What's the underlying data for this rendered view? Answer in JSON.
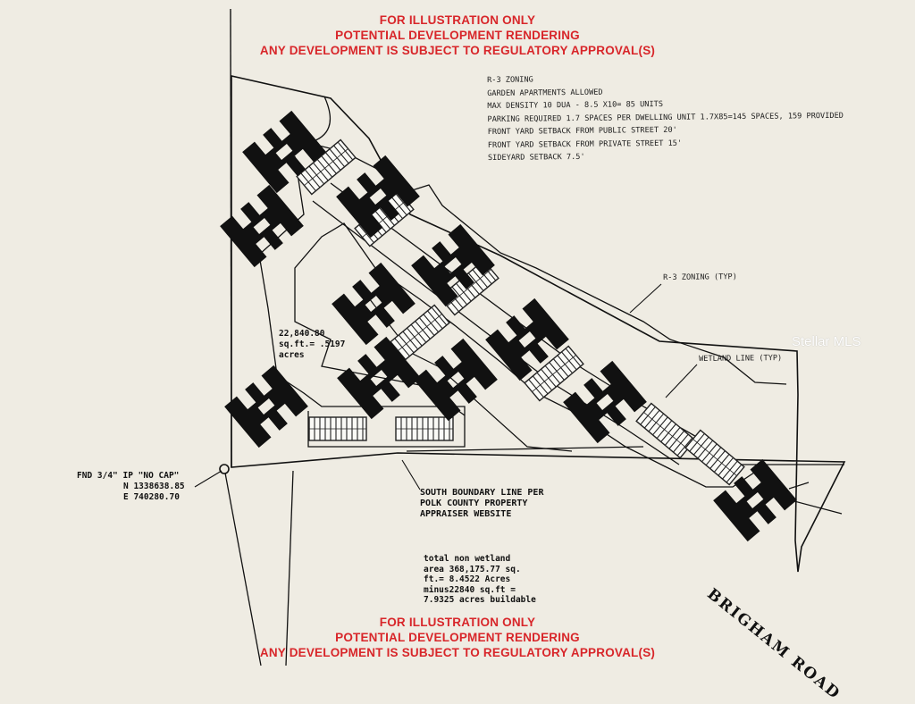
{
  "banner_top": {
    "line1": "FOR ILLUSTRATION ONLY",
    "line2": "POTENTIAL DEVELOPMENT RENDERING",
    "line3": "ANY DEVELOPMENT IS SUBJECT TO REGULATORY APPROVAL(S)"
  },
  "banner_bottom": {
    "line1": "FOR ILLUSTRATION ONLY",
    "line2": "POTENTIAL DEVELOPMENT RENDERING",
    "line3": "ANY DEVELOPMENT IS SUBJECT TO REGULATORY APPROVAL(S)"
  },
  "zoning_notes": [
    "R-3 ZONING",
    "GARDEN APARTMENTS ALLOWED",
    "MAX DENSITY 10 DUA - 8.5 X10= 85 UNITS",
    "PARKING REQUIRED 1.7 SPACES PER DWELLING UNIT 1.7X85=145 SPACES, 159 PROVIDED",
    "FRONT YARD SETBACK FROM PUBLIC STREET 20'",
    "FRONT YARD SETBACK FROM PRIVATE STREET 15'",
    "SIDEYARD SETBACK 7.5'"
  ],
  "labels": {
    "zoning_typ": "R-3 ZONING (TYP)",
    "wetland_line": "WETLAND LINE (TYP)",
    "area_line1": "22,840.80",
    "area_line2": "sq.ft.= .5197",
    "area_line3": "acres",
    "fnd_line1": "FND 3/4\" IP \"NO CAP\"",
    "fnd_line2": "N 1338638.85",
    "fnd_line3": "E 740280.70",
    "south_line1": "SOUTH BOUNDARY LINE PER",
    "south_line2": "POLK COUNTY PROPERTY",
    "south_line3": "APPRAISER WEBSITE",
    "road": "BRIGHAM ROAD",
    "watermark": "Stellar MLS"
  },
  "totals_note": [
    "total  non wetland",
    "area 368,175.77 sq.",
    "ft.= 8.4522 Acres",
    "minus22840 sq.ft =",
    "7.9325 acres buildable"
  ]
}
